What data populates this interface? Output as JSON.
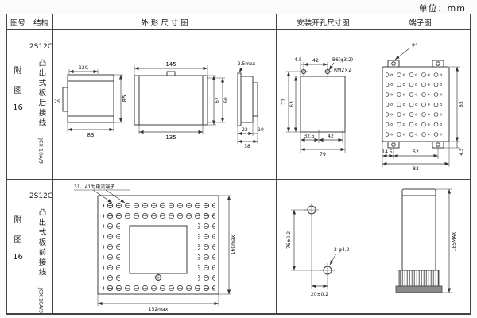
{
  "unit_label": "单位：mm",
  "headers": {
    "fig_no": "图号",
    "structure": "结构",
    "outline": "外 形 尺 寸 图",
    "install": "安装开孔尺寸图",
    "terminal": "端子图"
  },
  "row1": {
    "fig_parts": [
      "附",
      "图",
      "16"
    ],
    "structure": {
      "model": "2S12C",
      "desc": "凸出式板后接线",
      "code": "JCX-10A/3"
    },
    "outline": {
      "label_12c": "12C",
      "label_2s": "2S",
      "w83": "83",
      "h85": "85",
      "w145": "145",
      "w135": "135",
      "h67": "67",
      "h60": "60",
      "t25": "2.5max",
      "d22": "22",
      "d10": "10",
      "d38": "38"
    },
    "install": {
      "d45": "4.5",
      "d42": "42",
      "hole": "B6(φ3.2)",
      "screw": "RM2×2",
      "d77": "77",
      "d63": "63",
      "d325": "32.5",
      "d42b": "42",
      "d79": "79"
    },
    "terminal": {
      "phi4": "φ4",
      "d145": "14.5",
      "d52": "52",
      "d83": "83",
      "h85": "85",
      "d45": "4.5"
    }
  },
  "row2": {
    "fig_parts": [
      "附",
      "图",
      "16"
    ],
    "structure": {
      "model": "2S12C",
      "desc": "凸出式板前接线",
      "code": "JCX-10A/3"
    },
    "outline": {
      "note": "31、41为电流端子",
      "h160": "160max",
      "w152": "152max"
    },
    "install": {
      "d76": "76±0.2",
      "hole": "2-φ4.2",
      "d20": "20±0.2"
    },
    "terminal": {
      "h185": "185MAX"
    }
  }
}
